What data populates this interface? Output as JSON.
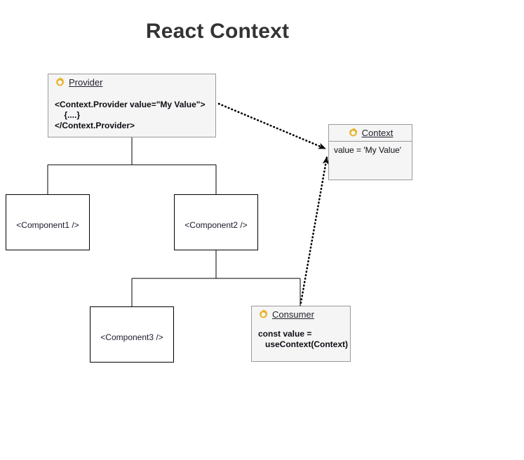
{
  "title": "React Context",
  "colors": {
    "title_text": "#333333",
    "gear_gold": "#e8b021",
    "box_stroke": "#000000",
    "stereotype_fill": "#f5f5f5",
    "stereotype_stroke": "#9a9a9a",
    "connector": "#000000",
    "background": "#ffffff"
  },
  "nodes": {
    "provider": {
      "icon": "gear-icon",
      "title": "Provider",
      "code": "<Context.Provider value=\"My Value\">\n    {....}\n</Context.Provider>"
    },
    "context": {
      "icon": "gear-icon",
      "title": "Context",
      "body": "value = 'My Value'"
    },
    "consumer": {
      "icon": "gear-icon",
      "title": "Consumer",
      "code": "const value =\n   useContext(Context)"
    },
    "component1": {
      "label": "<Component1 />"
    },
    "component2": {
      "label": "<Component2 />"
    },
    "component3": {
      "label": "<Component3 />"
    }
  },
  "edges": [
    {
      "name": "provider-to-context",
      "style": "dotted",
      "arrow": "filled",
      "from": "provider",
      "to": "context"
    },
    {
      "name": "consumer-to-context",
      "style": "dotted",
      "arrow": "filled",
      "from": "consumer",
      "to": "context"
    },
    {
      "name": "provider-to-component1",
      "style": "solid",
      "arrow": "none",
      "from": "provider",
      "to": "component1"
    },
    {
      "name": "provider-to-component2",
      "style": "solid",
      "arrow": "none",
      "from": "provider",
      "to": "component2"
    },
    {
      "name": "component2-to-component3",
      "style": "solid",
      "arrow": "none",
      "from": "component2",
      "to": "component3"
    },
    {
      "name": "component2-to-consumer",
      "style": "solid",
      "arrow": "none",
      "from": "component2",
      "to": "consumer"
    }
  ]
}
